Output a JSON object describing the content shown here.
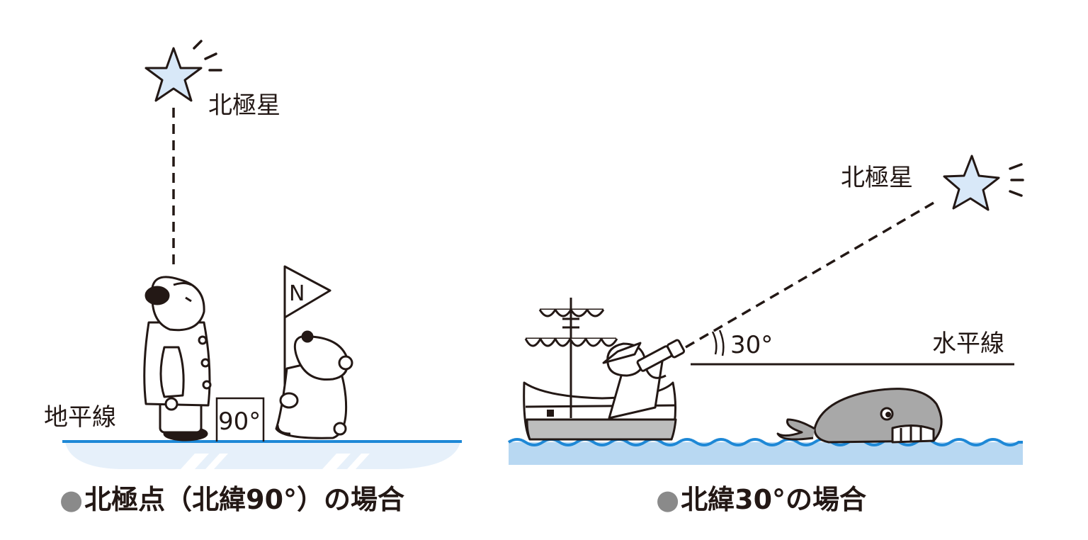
{
  "left_panel": {
    "star_label": "北極星",
    "horizon_label": "地平線",
    "angle_label": "90°",
    "flag_label": "N",
    "caption": "北極点（北緯90°）の場合"
  },
  "right_panel": {
    "star_label": "北極星",
    "horizon_label": "水平線",
    "angle_label": "30°",
    "caption": "北緯30°の場合"
  },
  "colors": {
    "ink": "#231815",
    "star_fill": "#d8e8f8",
    "ground_line": "#1e88d6",
    "ice": "#e6f0fa",
    "sea": "#b8d8f2",
    "whale": "#a8a8a8",
    "boat": "#bdbdbd",
    "caption_dot": "#8a8a8a"
  }
}
